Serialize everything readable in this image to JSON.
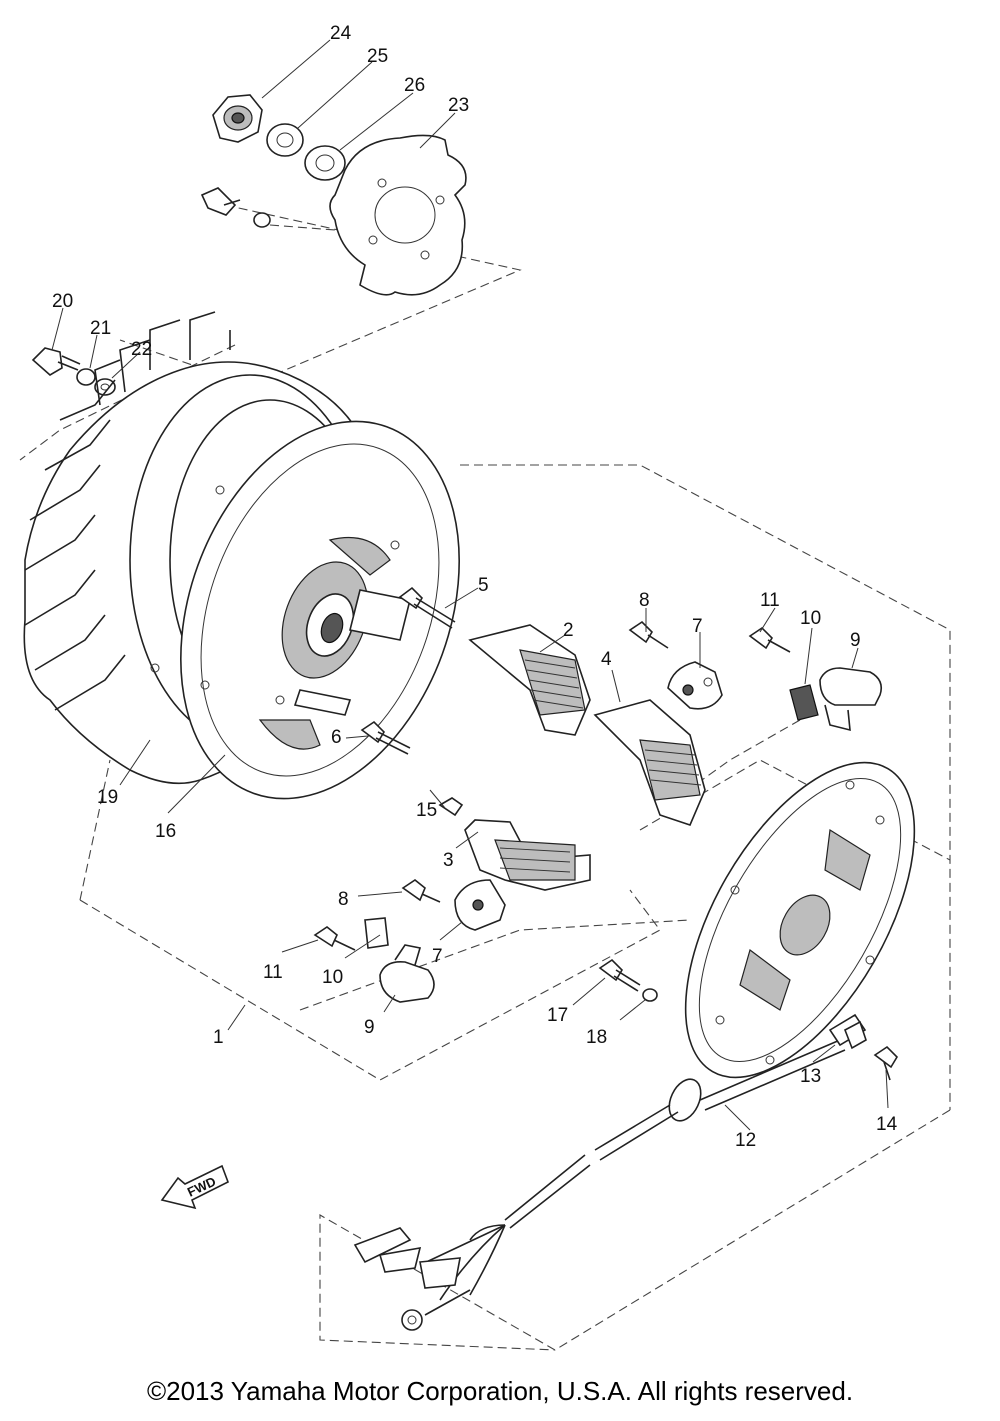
{
  "diagram": {
    "part_numbers": [
      "1",
      "2",
      "3",
      "4",
      "5",
      "6",
      "7",
      "7",
      "8",
      "8",
      "9",
      "9",
      "10",
      "10",
      "11",
      "11",
      "12",
      "13",
      "14",
      "15",
      "16",
      "17",
      "18",
      "19",
      "20",
      "21",
      "22",
      "23",
      "24",
      "25",
      "26"
    ],
    "direction_marker": "FWD"
  },
  "footer": {
    "copyright": "©2013 Yamaha Motor Corporation, U.S.A. All rights reserved."
  }
}
